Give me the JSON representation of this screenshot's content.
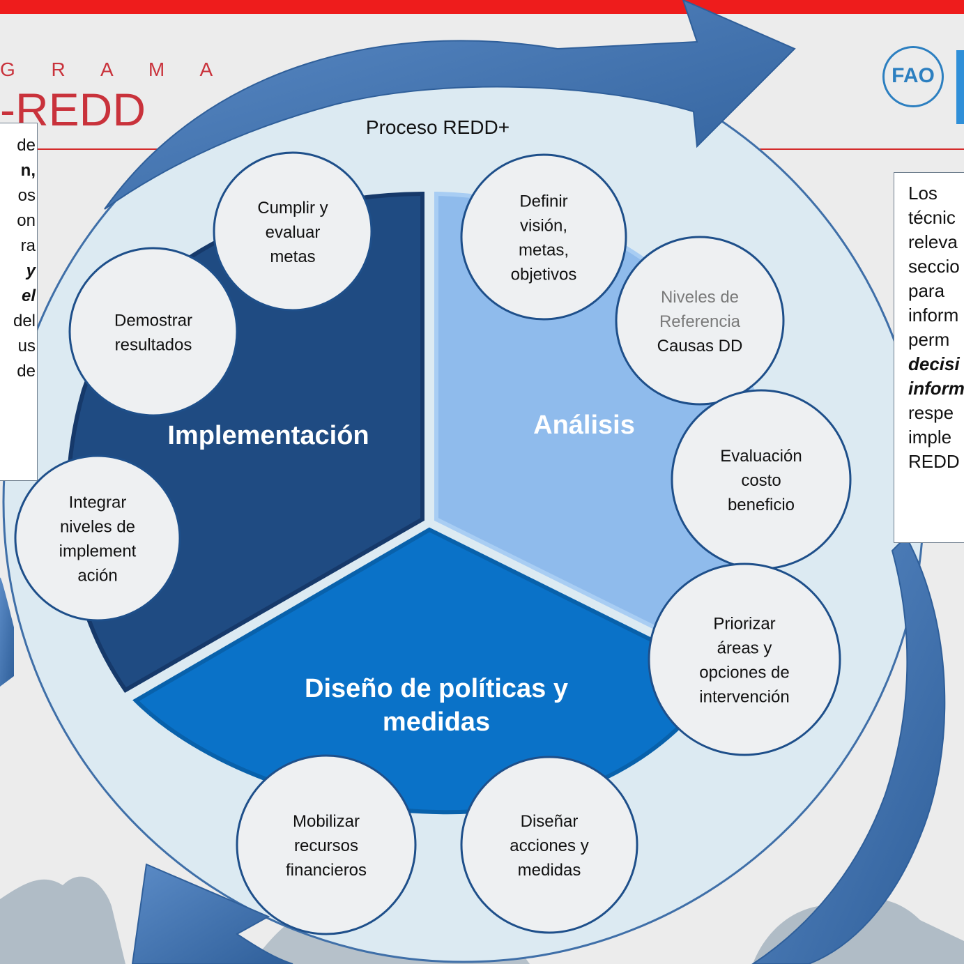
{
  "logo": {
    "subtitle": "G R A M A",
    "title": "-REDD"
  },
  "fao_logo_text": "FAO",
  "diagram": {
    "title": "Proceso REDD+",
    "sectors": [
      {
        "label": "Implementación",
        "color": "#1f4b82"
      },
      {
        "label": "Análisis",
        "color": "#8fbbec"
      },
      {
        "label": [
          "Diseño de políticas y",
          "medidas"
        ],
        "color": "#0a72c8"
      }
    ],
    "steps": [
      {
        "lines": [
          "Cumplir y",
          "evaluar",
          "metas"
        ]
      },
      {
        "lines": [
          "Definir",
          "visión,",
          "metas,",
          "objetivos"
        ]
      },
      {
        "lines_grey": [
          "Niveles de",
          "Referencia"
        ],
        "lines": [
          "Causas DD"
        ]
      },
      {
        "lines": [
          "Evaluación",
          "costo",
          "beneficio"
        ]
      },
      {
        "lines": [
          "Priorizar",
          "áreas y",
          "opciones de",
          "intervención"
        ]
      },
      {
        "lines": [
          "Diseñar",
          "acciones y",
          "medidas"
        ]
      },
      {
        "lines": [
          "Mobilizar",
          "recursos",
          "financieros"
        ]
      },
      {
        "lines": [
          "Integrar",
          "niveles de",
          "implement",
          "ación"
        ]
      },
      {
        "lines": [
          "Demostrar",
          "resultados"
        ]
      }
    ]
  },
  "left_textbox": [
    "de",
    "n,",
    "os",
    "on",
    "ra",
    "y",
    "el",
    "del",
    "us",
    "de"
  ],
  "right_textbox": [
    "Los",
    "técnic",
    "releva",
    "seccio",
    "para",
    "inform",
    "perm",
    "decisi",
    "inform",
    "respe",
    "imple",
    "REDD"
  ],
  "colors": {
    "topbar": "#ee1c1c",
    "outer_circle": "#dceaf2",
    "arrow": "#3f71ad"
  }
}
